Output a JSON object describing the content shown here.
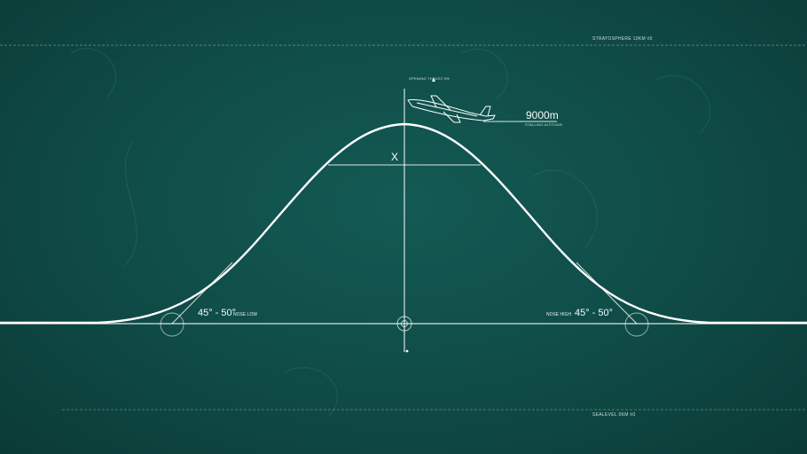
{
  "labels": {
    "top_line": "STRATOSPHERE 10KM ±0",
    "bottom_line": "SEALEVEL 0KM ±0",
    "marker_x": "X",
    "altitude_value": "9000m",
    "altitude_caption": "STALLING ALTITUDE",
    "plane_caption": "OPENING THRUST 0%",
    "left_angle": "45° - 50°",
    "left_angle_note": "NOSE LOW",
    "right_angle_note": "NOSE HIGH",
    "right_angle": "45° - 50°"
  },
  "colors": {
    "board": "#0f4a45",
    "chalk": "#ffffff"
  },
  "icons": {
    "aircraft": "cargo-jet-icon",
    "crosshair": "crosshair-icon"
  }
}
